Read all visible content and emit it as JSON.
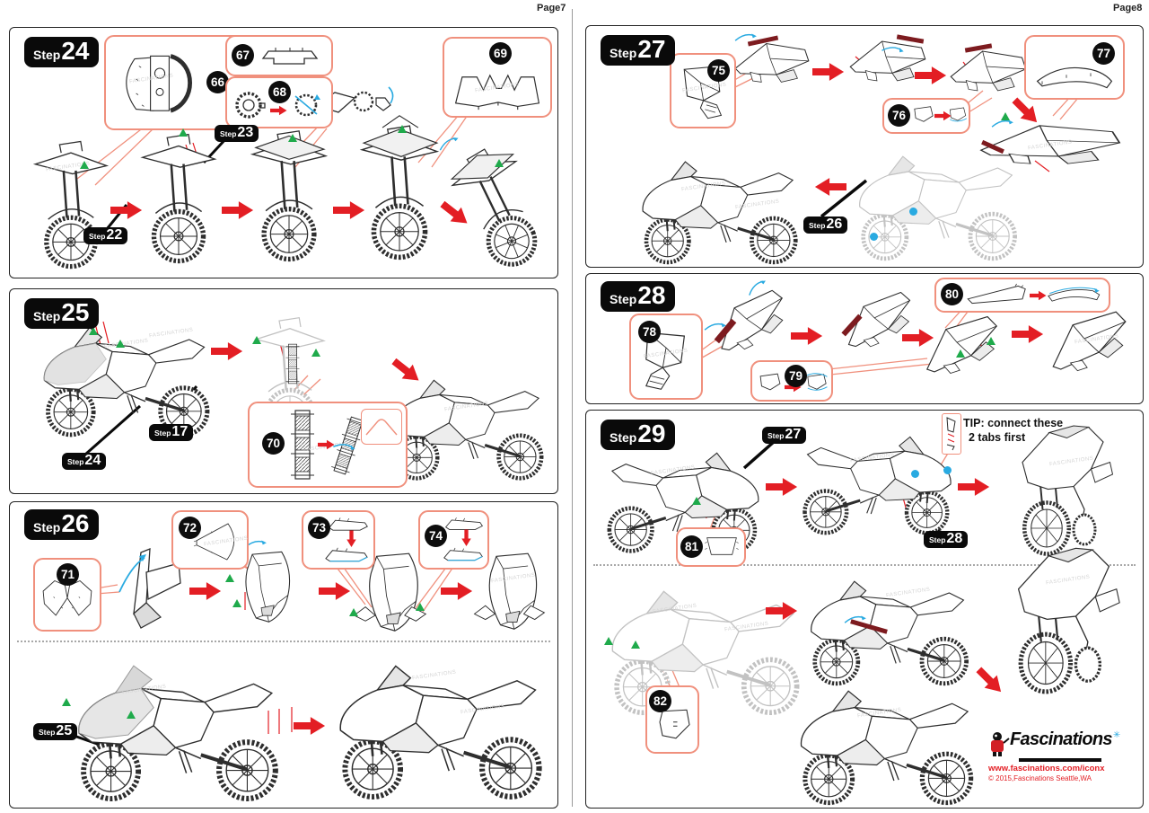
{
  "header": {
    "left_page_label": "Page7",
    "right_page_label": "Page8"
  },
  "badge_prefix": "Step",
  "watermark": "FASCINATIONS",
  "panels": {
    "step24": {
      "number": "24",
      "parts": {
        "p66": "66",
        "p67": "67",
        "p68": "68",
        "p69": "69"
      },
      "refs": {
        "r23": "23",
        "r22": "22"
      }
    },
    "step25": {
      "number": "25",
      "parts": {
        "p70": "70"
      },
      "refs": {
        "r17": "17",
        "r24": "24"
      }
    },
    "step26": {
      "number": "26",
      "parts": {
        "p71": "71",
        "p72": "72",
        "p73": "73",
        "p74": "74"
      },
      "refs": {
        "r25": "25"
      }
    },
    "step27": {
      "number": "27",
      "parts": {
        "p75": "75",
        "p76": "76",
        "p77": "77"
      },
      "refs": {
        "r26": "26"
      }
    },
    "step28": {
      "number": "28",
      "parts": {
        "p78": "78",
        "p79": "79",
        "p80": "80"
      }
    },
    "step29": {
      "number": "29",
      "parts": {
        "p81": "81",
        "p82": "82"
      },
      "refs": {
        "r27": "27",
        "r28": "28"
      },
      "tip": {
        "line1": "TIP: connect these",
        "line2": "2 tabs first"
      }
    }
  },
  "footer": {
    "brand": "Fascinations",
    "spark_icon": "✳",
    "url": "www.fascinations.com/iconx",
    "copyright": "© 2015,Fascinations Seattle,WA"
  },
  "colors": {
    "accent_red": "#e31e24",
    "callout_border": "#f0907d",
    "green_tab": "#1faa4b",
    "fold_blue": "#29aae1",
    "panel_maroon": "#7d1b1f"
  }
}
